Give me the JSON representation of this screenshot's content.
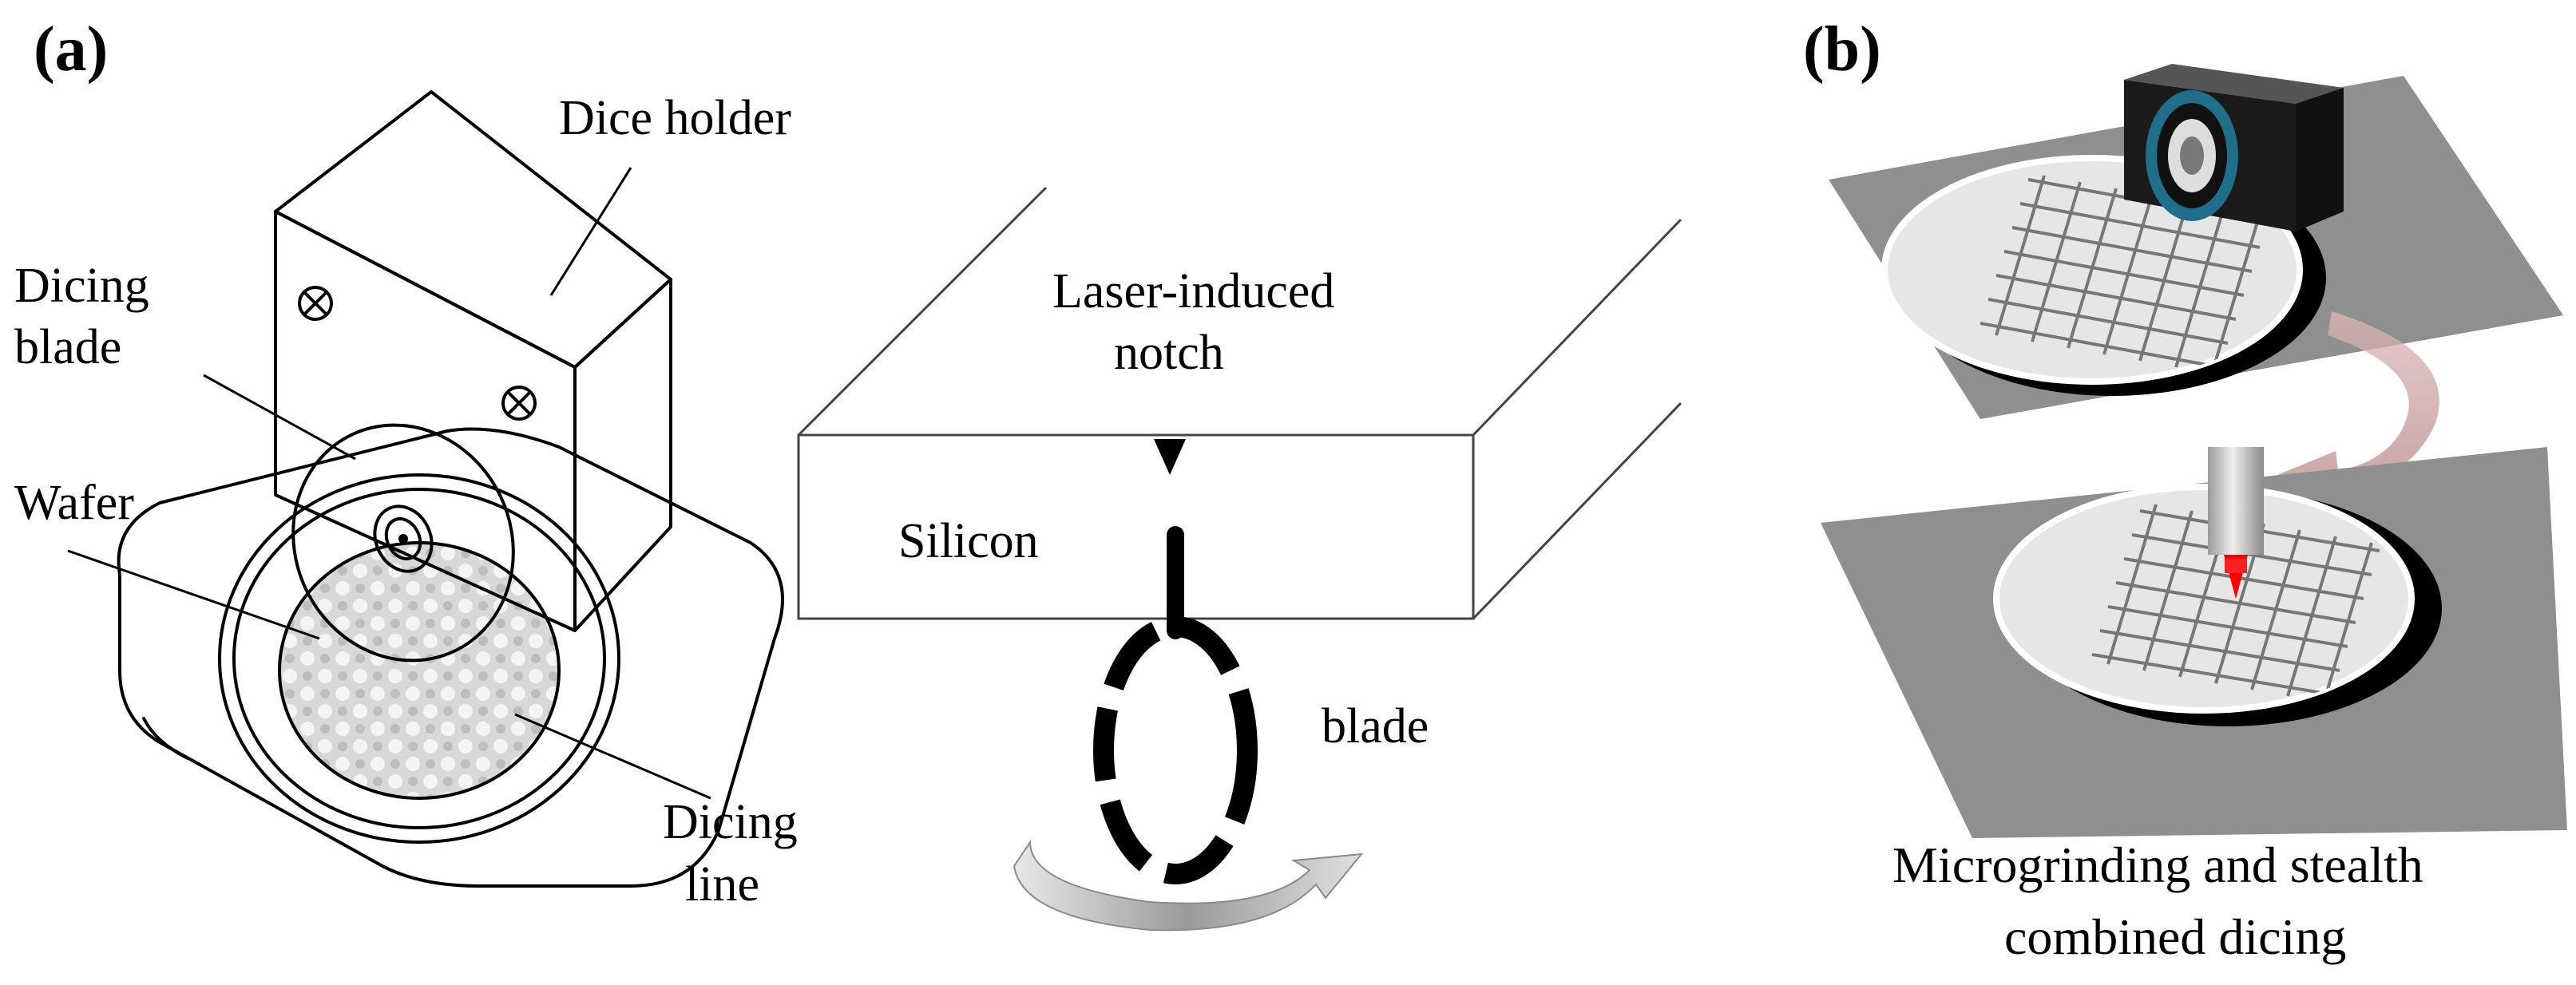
{
  "figure": {
    "panel_a": {
      "label": "(a)",
      "labels": {
        "dice_holder": "Dice holder",
        "dicing_blade_1": "Dicing",
        "dicing_blade_2": "blade",
        "wafer": "Wafer",
        "dicing_line_1": "Dicing",
        "dicing_line_2": "line",
        "laser_notch_1": "Laser-induced",
        "laser_notch_2": "notch",
        "silicon": "Silicon",
        "blade": "blade"
      }
    },
    "panel_b": {
      "label": "(b)",
      "caption_1": "Microgrinding and stealth",
      "caption_2": "combined dicing"
    },
    "colors": {
      "ink": "#000000",
      "plate": "#8f8f8f",
      "wafer": "#e6e6e6",
      "camera_ring": "#1f6f8b",
      "laser": "#ff0000",
      "arrow": "#c8a0a0"
    }
  }
}
